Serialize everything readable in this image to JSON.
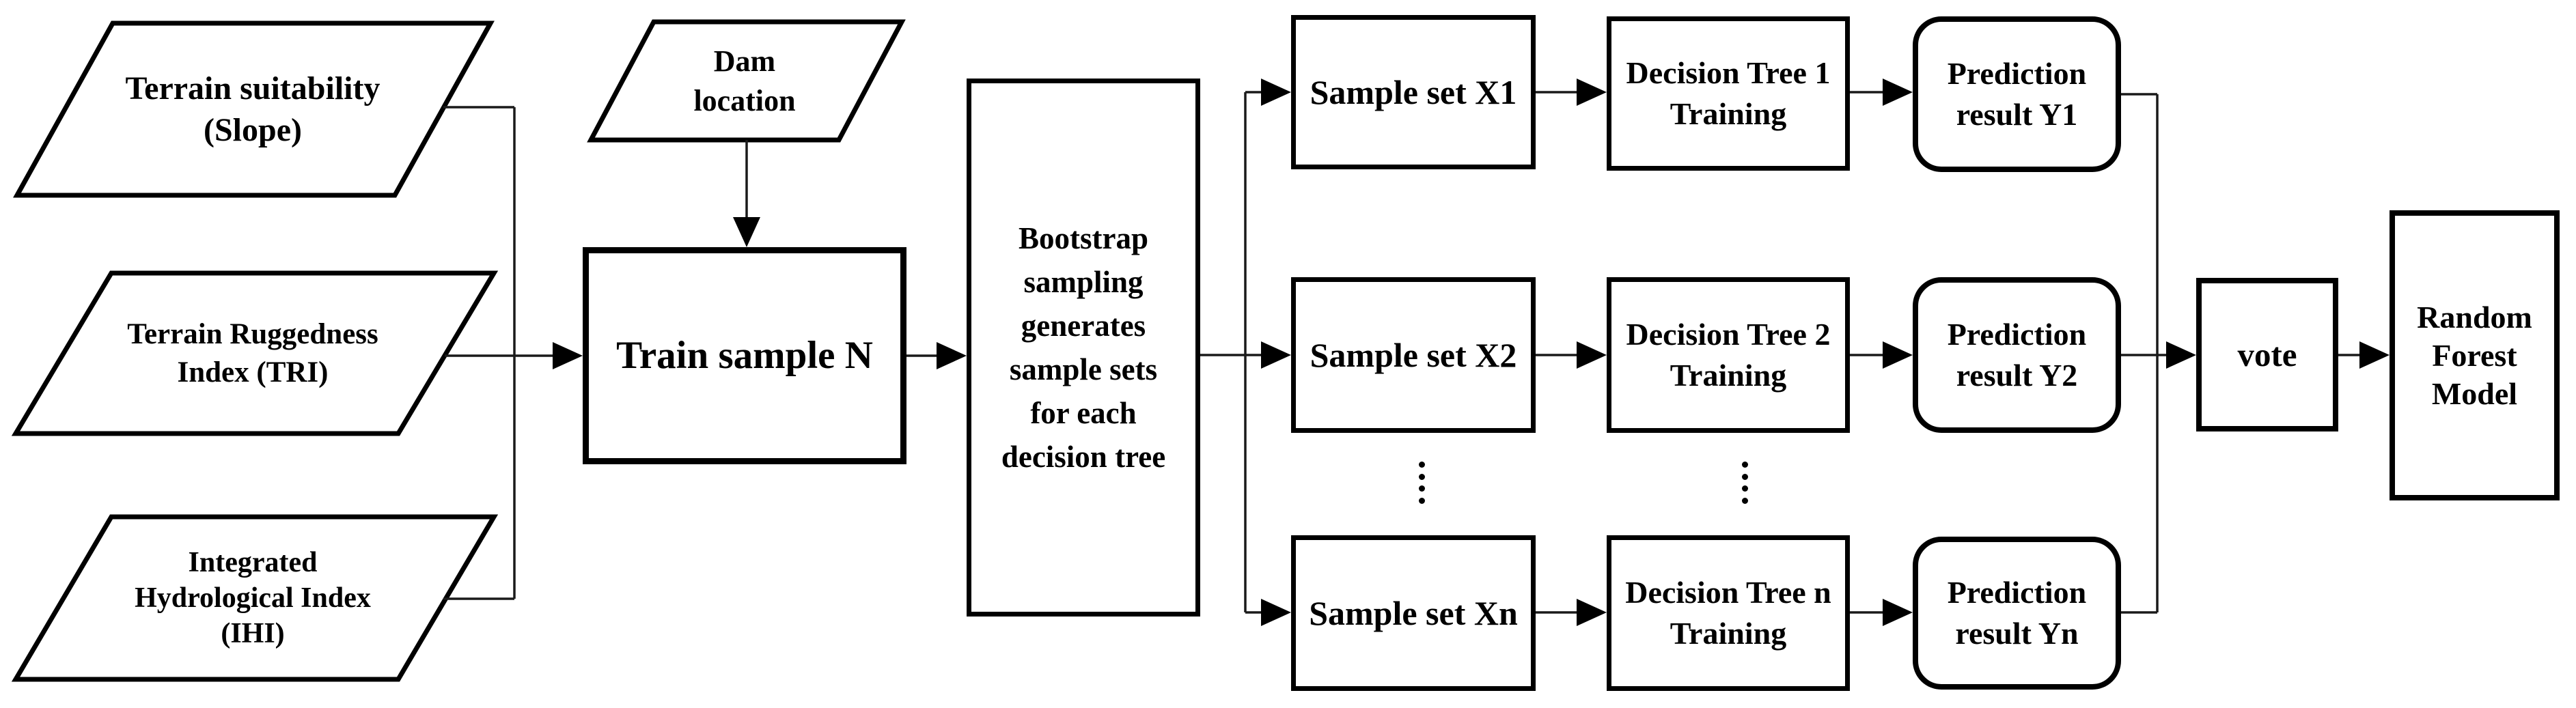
{
  "diagram": {
    "background": "#ffffff",
    "line_color": "#1a1a1a",
    "shape_border_color": "#000000",
    "ellipsis_symbol": "⋮"
  },
  "nodes": {
    "terrain_suitability": {
      "shape": "parallelogram",
      "lines": [
        "Terrain suitability",
        "(Slope)"
      ]
    },
    "terrain_ruggedness": {
      "shape": "parallelogram",
      "lines": [
        "Terrain Ruggedness",
        "Index (TRI)"
      ]
    },
    "integrated_hydrological": {
      "shape": "parallelogram",
      "lines": [
        "Integrated",
        "Hydrological Index",
        "(IHI)"
      ]
    },
    "dam_location": {
      "shape": "parallelogram",
      "lines": [
        "Dam",
        "location"
      ]
    },
    "train_sample": {
      "shape": "rectangle",
      "label": "Train sample N"
    },
    "bootstrap": {
      "shape": "rectangle",
      "lines": [
        "Bootstrap",
        "sampling",
        "generates",
        "sample sets",
        "for each",
        "decision tree"
      ]
    },
    "sample_set_x1": {
      "shape": "rectangle",
      "label": "Sample set X1"
    },
    "sample_set_x2": {
      "shape": "rectangle",
      "label": "Sample set X2"
    },
    "sample_set_xn": {
      "shape": "rectangle",
      "label": "Sample set Xn"
    },
    "decision_tree_1": {
      "shape": "rectangle",
      "lines": [
        "Decision Tree 1",
        "Training"
      ]
    },
    "decision_tree_2": {
      "shape": "rectangle",
      "lines": [
        "Decision Tree 2",
        "Training"
      ]
    },
    "decision_tree_n": {
      "shape": "rectangle",
      "lines": [
        "Decision Tree n",
        "Training"
      ]
    },
    "prediction_y1": {
      "shape": "rounded-rectangle",
      "lines": [
        "Prediction",
        "result Y1"
      ]
    },
    "prediction_y2": {
      "shape": "rounded-rectangle",
      "lines": [
        "Prediction",
        "result Y2"
      ]
    },
    "prediction_yn": {
      "shape": "rounded-rectangle",
      "lines": [
        "Prediction",
        "result Yn"
      ]
    },
    "vote": {
      "shape": "rectangle",
      "label": "vote"
    },
    "random_forest": {
      "shape": "rectangle",
      "lines": [
        "Random",
        "Forest",
        "Model"
      ]
    }
  },
  "connections": [
    {
      "from": "terrain_suitability",
      "to": "train_sample"
    },
    {
      "from": "terrain_ruggedness",
      "to": "train_sample"
    },
    {
      "from": "integrated_hydrological",
      "to": "train_sample"
    },
    {
      "from": "dam_location",
      "to": "train_sample"
    },
    {
      "from": "train_sample",
      "to": "bootstrap"
    },
    {
      "from": "bootstrap",
      "to": "sample_set_x1"
    },
    {
      "from": "bootstrap",
      "to": "sample_set_x2"
    },
    {
      "from": "bootstrap",
      "to": "sample_set_xn"
    },
    {
      "from": "sample_set_x1",
      "to": "decision_tree_1"
    },
    {
      "from": "sample_set_x2",
      "to": "decision_tree_2"
    },
    {
      "from": "sample_set_xn",
      "to": "decision_tree_n"
    },
    {
      "from": "decision_tree_1",
      "to": "prediction_y1"
    },
    {
      "from": "decision_tree_2",
      "to": "prediction_y2"
    },
    {
      "from": "decision_tree_n",
      "to": "prediction_yn"
    },
    {
      "from": "prediction_y1",
      "to": "vote"
    },
    {
      "from": "prediction_y2",
      "to": "vote"
    },
    {
      "from": "prediction_yn",
      "to": "vote"
    },
    {
      "from": "vote",
      "to": "random_forest"
    }
  ]
}
